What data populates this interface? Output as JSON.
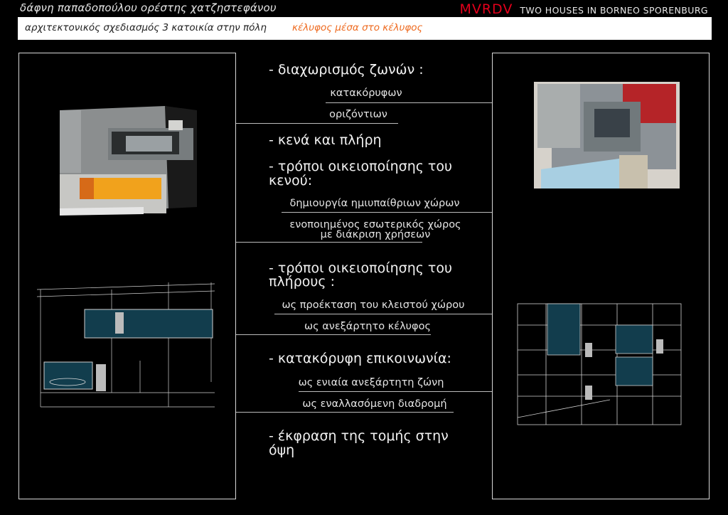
{
  "header": {
    "authors": "δάφνη παπαδοπούλου   ορέστης χατζηστεφάνου",
    "logo": "MVRDV",
    "project": "TWO HOUSES IN BORNEO SPORENBURG",
    "course": "αρχιτεκτονικός σχεδιασμός 3 κατοικία στην πόλη",
    "topic": "κέλυφος μέσα στο κέλυφος"
  },
  "colors": {
    "accent_red": "#e3001b",
    "accent_orange": "#ee6a1f",
    "background": "#000000"
  },
  "outline": {
    "h1": "- διαχωρισμός ζωνών :",
    "h1_items": [
      "κατακόρυφων",
      "οριζόντιων"
    ],
    "h2": "- κενά και πλήρη",
    "h3_line1": "- τρόποι οικειοποίησης του",
    "h3_line2": "κενού:",
    "h3_items": [
      "δημιουργία ημιυπαίθριων χώρων",
      "ενοποιημένος εσωτερικός χώρος",
      "με διάκριση χρήσεων"
    ],
    "h4_line1": "- τρόποι οικειοποίησης του",
    "h4_line2": "πλήρους :",
    "h4_items": [
      "ως προέκταση του κλειστού χώρου",
      "ως ανεξάρτητο κέλυφος"
    ],
    "h5": "- κατακόρυφη επικοινωνία:",
    "h5_items": [
      "ως ενιαία ανεξάρτητη ζώνη",
      "ως εναλλασόμενη διαδρομή"
    ],
    "h6_line1": "- έκφραση της τομής στην",
    "h6_line2": "όψη"
  }
}
